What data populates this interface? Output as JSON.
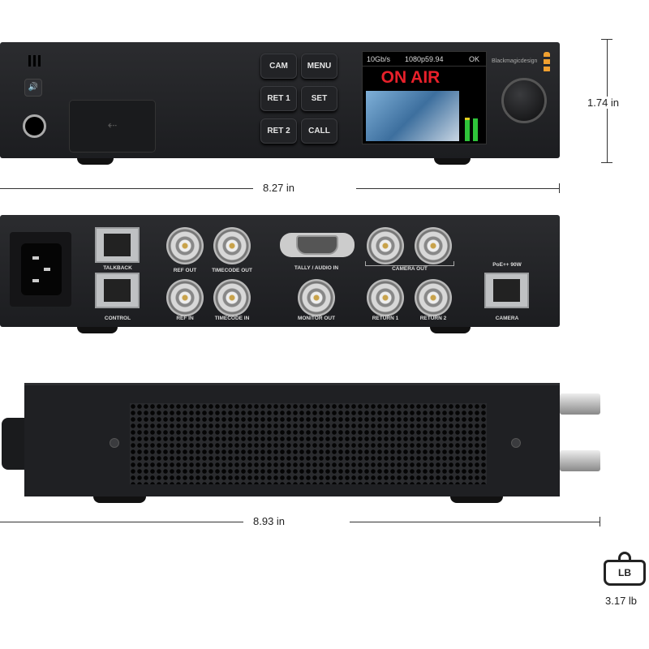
{
  "front_panel": {
    "buttons": [
      "CAM",
      "MENU",
      "RET 1",
      "SET",
      "RET 2",
      "CALL"
    ],
    "screen": {
      "link_speed": "10Gb/s",
      "video_format": "1080p59.94",
      "status": "OK",
      "tally": "ON AIR"
    },
    "brand": "Blackmagicdesign"
  },
  "rear_panel": {
    "labels": {
      "talkback": "TALKBACK",
      "control": "CONTROL",
      "ref_out": "REF OUT",
      "timecode_out": "TIMECODE OUT",
      "ref_in": "REF IN",
      "timecode_in": "TIMECODE IN",
      "tally_audio_in": "TALLY / AUDIO IN",
      "monitor_out": "MONITOR OUT",
      "camera_out": "CAMERA OUT",
      "return_1": "RETURN 1",
      "return_2": "RETURN 2",
      "poe": "PoE++ 90W",
      "camera": "CAMERA"
    }
  },
  "dimensions": {
    "width": "8.27 in",
    "height": "1.74 in",
    "depth": "8.93 in",
    "weight": "3.17 lb",
    "weight_unit": "LB"
  },
  "colors": {
    "tally_red": "#e8202a",
    "meter_green": "#2fc43a",
    "logo_orange": "#f0a030"
  }
}
